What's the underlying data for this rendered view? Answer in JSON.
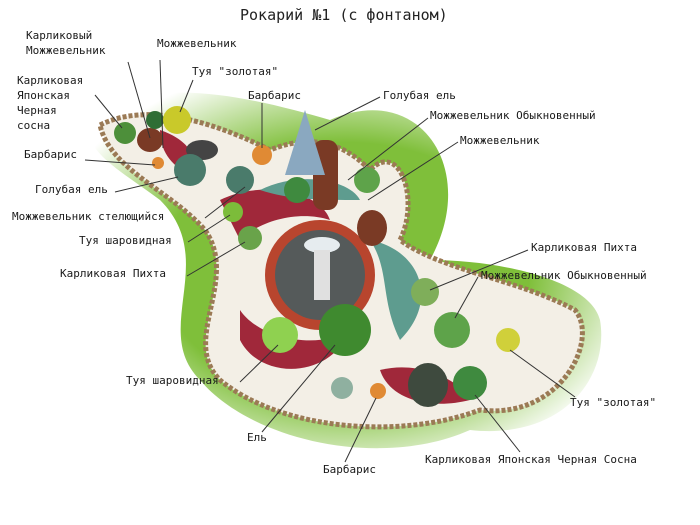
{
  "title": "Рокарий №1 (с фонтаном)",
  "labels": {
    "dwarf_juniper_1": "Карликовый",
    "dwarf_juniper_2": "Можжевельник",
    "juniper_top": "Можжевельник",
    "thuja_gold_top": "Туя \"золотая\"",
    "pine_left_1": "Карликовая",
    "pine_left_2": "Японская",
    "pine_left_3": "Черная",
    "pine_left_4": "сосна",
    "barberry_top": "Барбарис",
    "blue_spruce_right": "Голубая ель",
    "common_juniper_top": "Можжевельник Обыкновенный",
    "juniper_right": "Можжевельник",
    "barberry_left": "Барбарис",
    "blue_spruce_left": "Голубая ель",
    "creeping_juniper": "Можжевельник стелющийся",
    "thuja_globe_left": "Туя шаровидная",
    "dwarf_fir_left": "Карликовая Пихта",
    "dwarf_fir_right": "Карликовая Пихта",
    "common_juniper_right": "Можжевельник Обыкновенный",
    "thuja_globe_bottom": "Туя шаровидная",
    "spruce": "Ель",
    "thuja_gold_bottom": "Туя \"золотая\"",
    "barberry_bottom": "Барбарис",
    "pine_bottom": "Карликовая Японская Черная Сосна"
  },
  "colors": {
    "lawn": "#8dc63f",
    "gravel": "#f3efe6",
    "red_chips": "#a0283a",
    "teal": "#5e9c8f",
    "brick": "#b8452e"
  }
}
